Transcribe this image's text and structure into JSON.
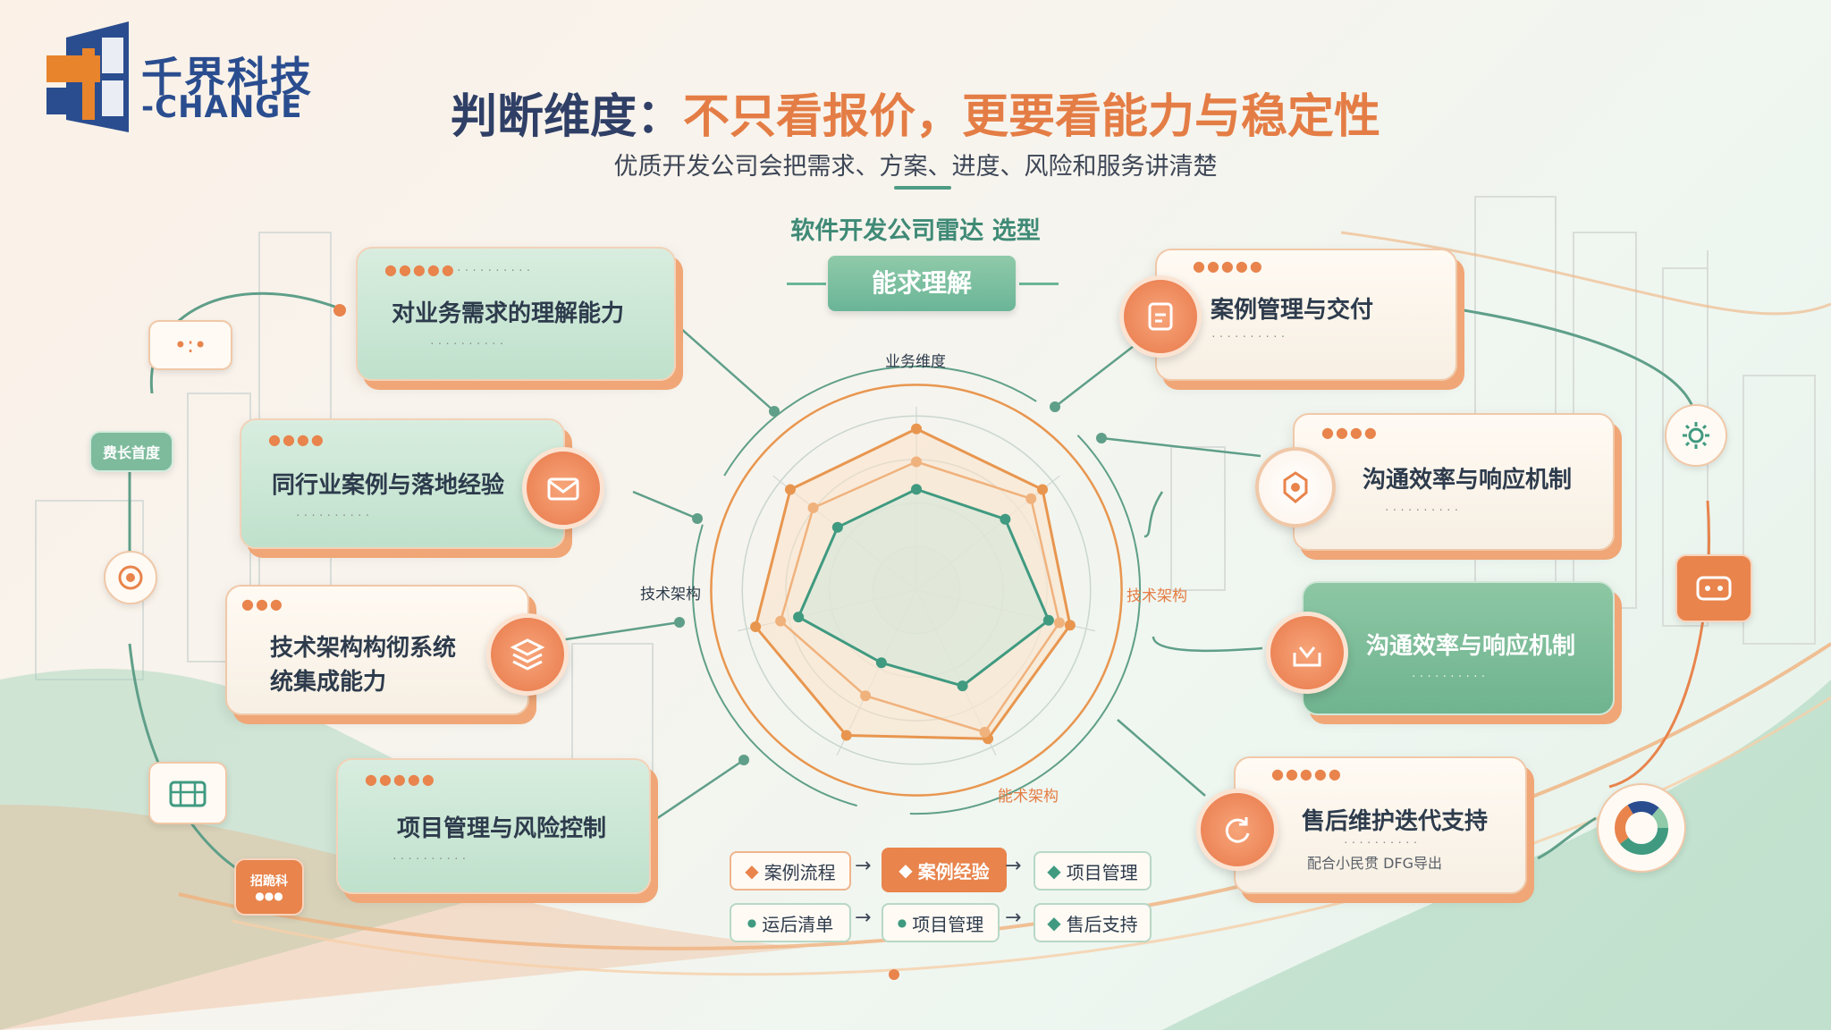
{
  "logo": {
    "cn": "千界科技",
    "en": "-CHANGE"
  },
  "title": {
    "prefix": "判断维度：",
    "highlight": "不只看报价，更要看能力与稳定性"
  },
  "subtitle": "优质开发公司会把需求、方案、进度、风险和服务讲清楚",
  "radar_title": "软件开发公司雷达 选型",
  "center_tag": "能求理解",
  "radar": {
    "top_label": "业务维度",
    "left_label": "技术架构",
    "right_label": "技术架构",
    "bottom_label": "能术架构",
    "axes": 7,
    "outer": [
      0.88,
      0.88,
      0.86,
      0.9,
      0.88,
      0.9,
      0.88
    ],
    "middle": [
      0.7,
      0.8,
      0.8,
      0.86,
      0.64,
      0.76,
      0.72
    ],
    "inner": [
      0.55,
      0.62,
      0.74,
      0.58,
      0.44,
      0.66,
      0.55
    ],
    "colors": {
      "outer": "#e8964f",
      "middle": "#f0b27d",
      "inner": "#3f9a80"
    }
  },
  "cards": {
    "left1": {
      "title": "对业务需求的理解能力"
    },
    "left2": {
      "title": "同行业案例与落地经验"
    },
    "left3": {
      "title_line1": "技术架构构彻系统",
      "title_line2": "统集成能力"
    },
    "left4": {
      "title": "项目管理与风险控制"
    },
    "right1": {
      "title": "案例管理与交付"
    },
    "right2": {
      "title": "沟通效率与响应机制"
    },
    "right3": {
      "title": "沟通效率与响应机制"
    },
    "right4": {
      "title": "售后维护迭代支持",
      "sub": "配合小民贯 DFG导出"
    }
  },
  "side_badges": {
    "green_badge": "费长首度",
    "orange_badge": "招跪科"
  },
  "flow": {
    "row1": [
      "案例流程",
      "案例经验",
      "项目管理"
    ],
    "row2": [
      "运后清单",
      "项目管理",
      "售后支持"
    ]
  },
  "colors": {
    "accent": "#e8844c",
    "green": "#6ab597",
    "navy": "#2f3f66"
  }
}
